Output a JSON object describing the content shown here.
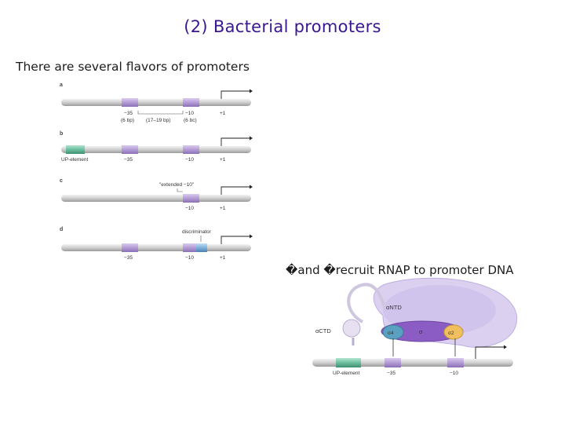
{
  "slide": {
    "title": "(2) Bacterial promoters",
    "subtitle": "There are several flavors of promoters",
    "caption": "�and �recruit RNAP to promoter DNA"
  },
  "left_figure": {
    "panel_a": {
      "letter": "a",
      "minus35": "−35",
      "minus10": "−10",
      "plus1": "+1",
      "spacing_35": "(6 bp)",
      "spacer": "(17–19 bp)",
      "spacing_10": "(6 bc)"
    },
    "panel_b": {
      "letter": "b",
      "up_element": "UP-element",
      "minus35": "−35",
      "minus10": "−10",
      "plus1": "+1"
    },
    "panel_c": {
      "letter": "c",
      "extended": "\"extended −10\"",
      "minus10": "−10",
      "plus1": "+1"
    },
    "panel_d": {
      "letter": "d",
      "discriminator": "discriminator",
      "minus35": "−35",
      "minus10": "−10",
      "plus1": "+1"
    }
  },
  "right_figure": {
    "ntd": "αNTD",
    "ctd": "αCTD",
    "sigma": "σ",
    "sigma4": "σ4",
    "sigma2": "σ2",
    "up_element": "UP-element",
    "minus35": "−35",
    "minus10": "−10"
  },
  "colors": {
    "title": "#3a1690",
    "box35": "#b49cd6",
    "up_element": "#6bbf9f",
    "discriminator": "#7fb2dd",
    "rnap_body": "#c9bde6",
    "sigma": "#8a5cc4",
    "sigma4": "#5aa0c0",
    "sigma2": "#f0c060"
  }
}
